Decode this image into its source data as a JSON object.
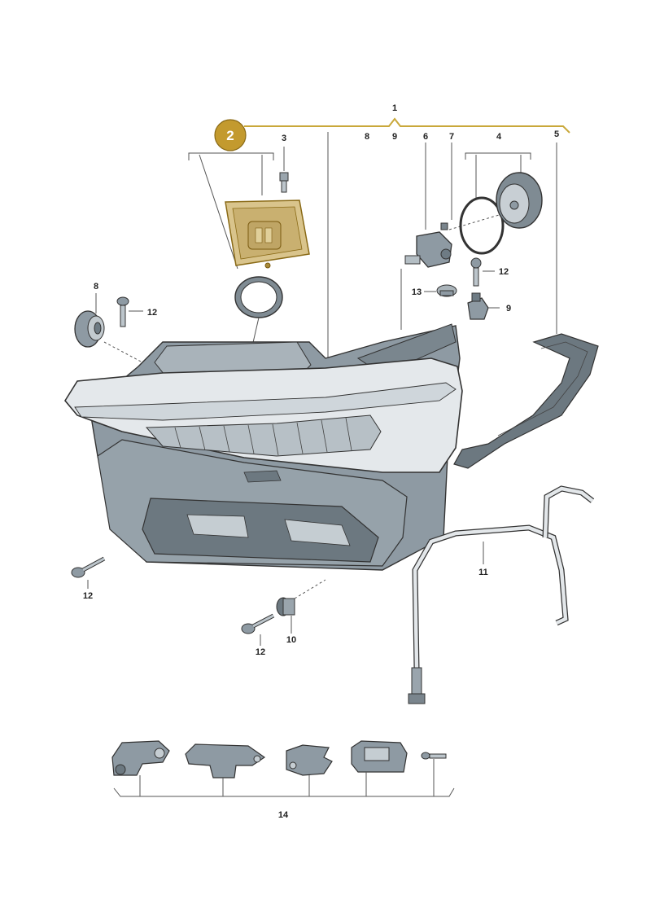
{
  "highlight": {
    "label": "2",
    "color": "#b08d2e",
    "fill": "#d8c48a"
  },
  "labels": {
    "l1": "1",
    "l3": "3",
    "l8top": "8",
    "l9top": "9",
    "l6": "6",
    "l7": "7",
    "l4": "4",
    "l5": "5",
    "l12a": "12",
    "l8left": "8",
    "l12b": "12",
    "l13": "13",
    "l9right": "9",
    "l11": "11",
    "l12c": "12",
    "l10": "10",
    "l12d": "12",
    "l14": "14"
  },
  "colors": {
    "outline": "#333333",
    "housing": "#8e9aa3",
    "lens": "#e6eaed",
    "leader": "#555555"
  }
}
